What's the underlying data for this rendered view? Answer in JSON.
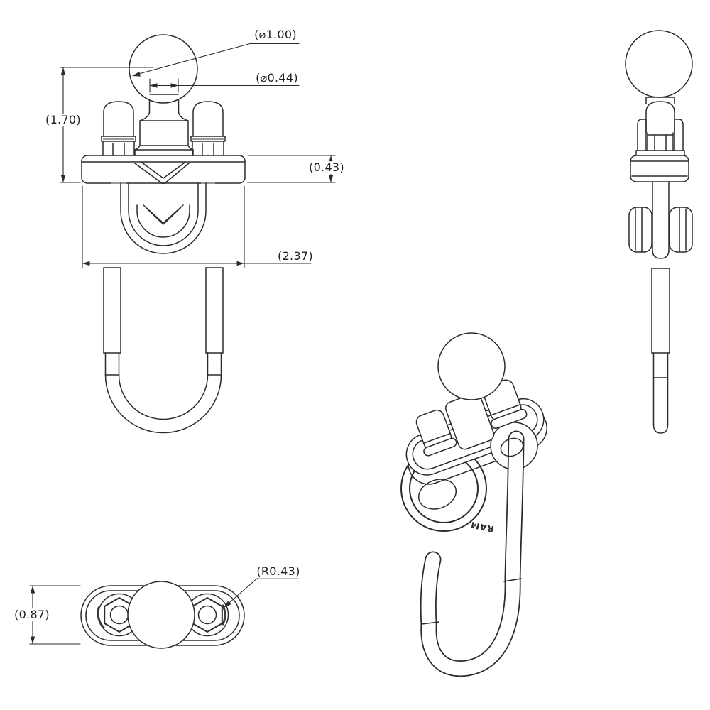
{
  "drawing": {
    "background_color": "#ffffff",
    "line_color": "#2b2b2b",
    "shading_color": "#9a9a9a",
    "views": {
      "front": {
        "dims": {
          "ball_diameter": "(⌀1.00)",
          "stem_diameter": "(⌀0.44)",
          "overall_height": "(1.70)",
          "base_thickness": "(0.43)",
          "base_width": "(2.37)"
        }
      },
      "top": {
        "dims": {
          "base_depth": "(0.87)",
          "end_radius": "(R0.43)"
        }
      },
      "isometric": {
        "logo_text": "RAM"
      }
    }
  }
}
